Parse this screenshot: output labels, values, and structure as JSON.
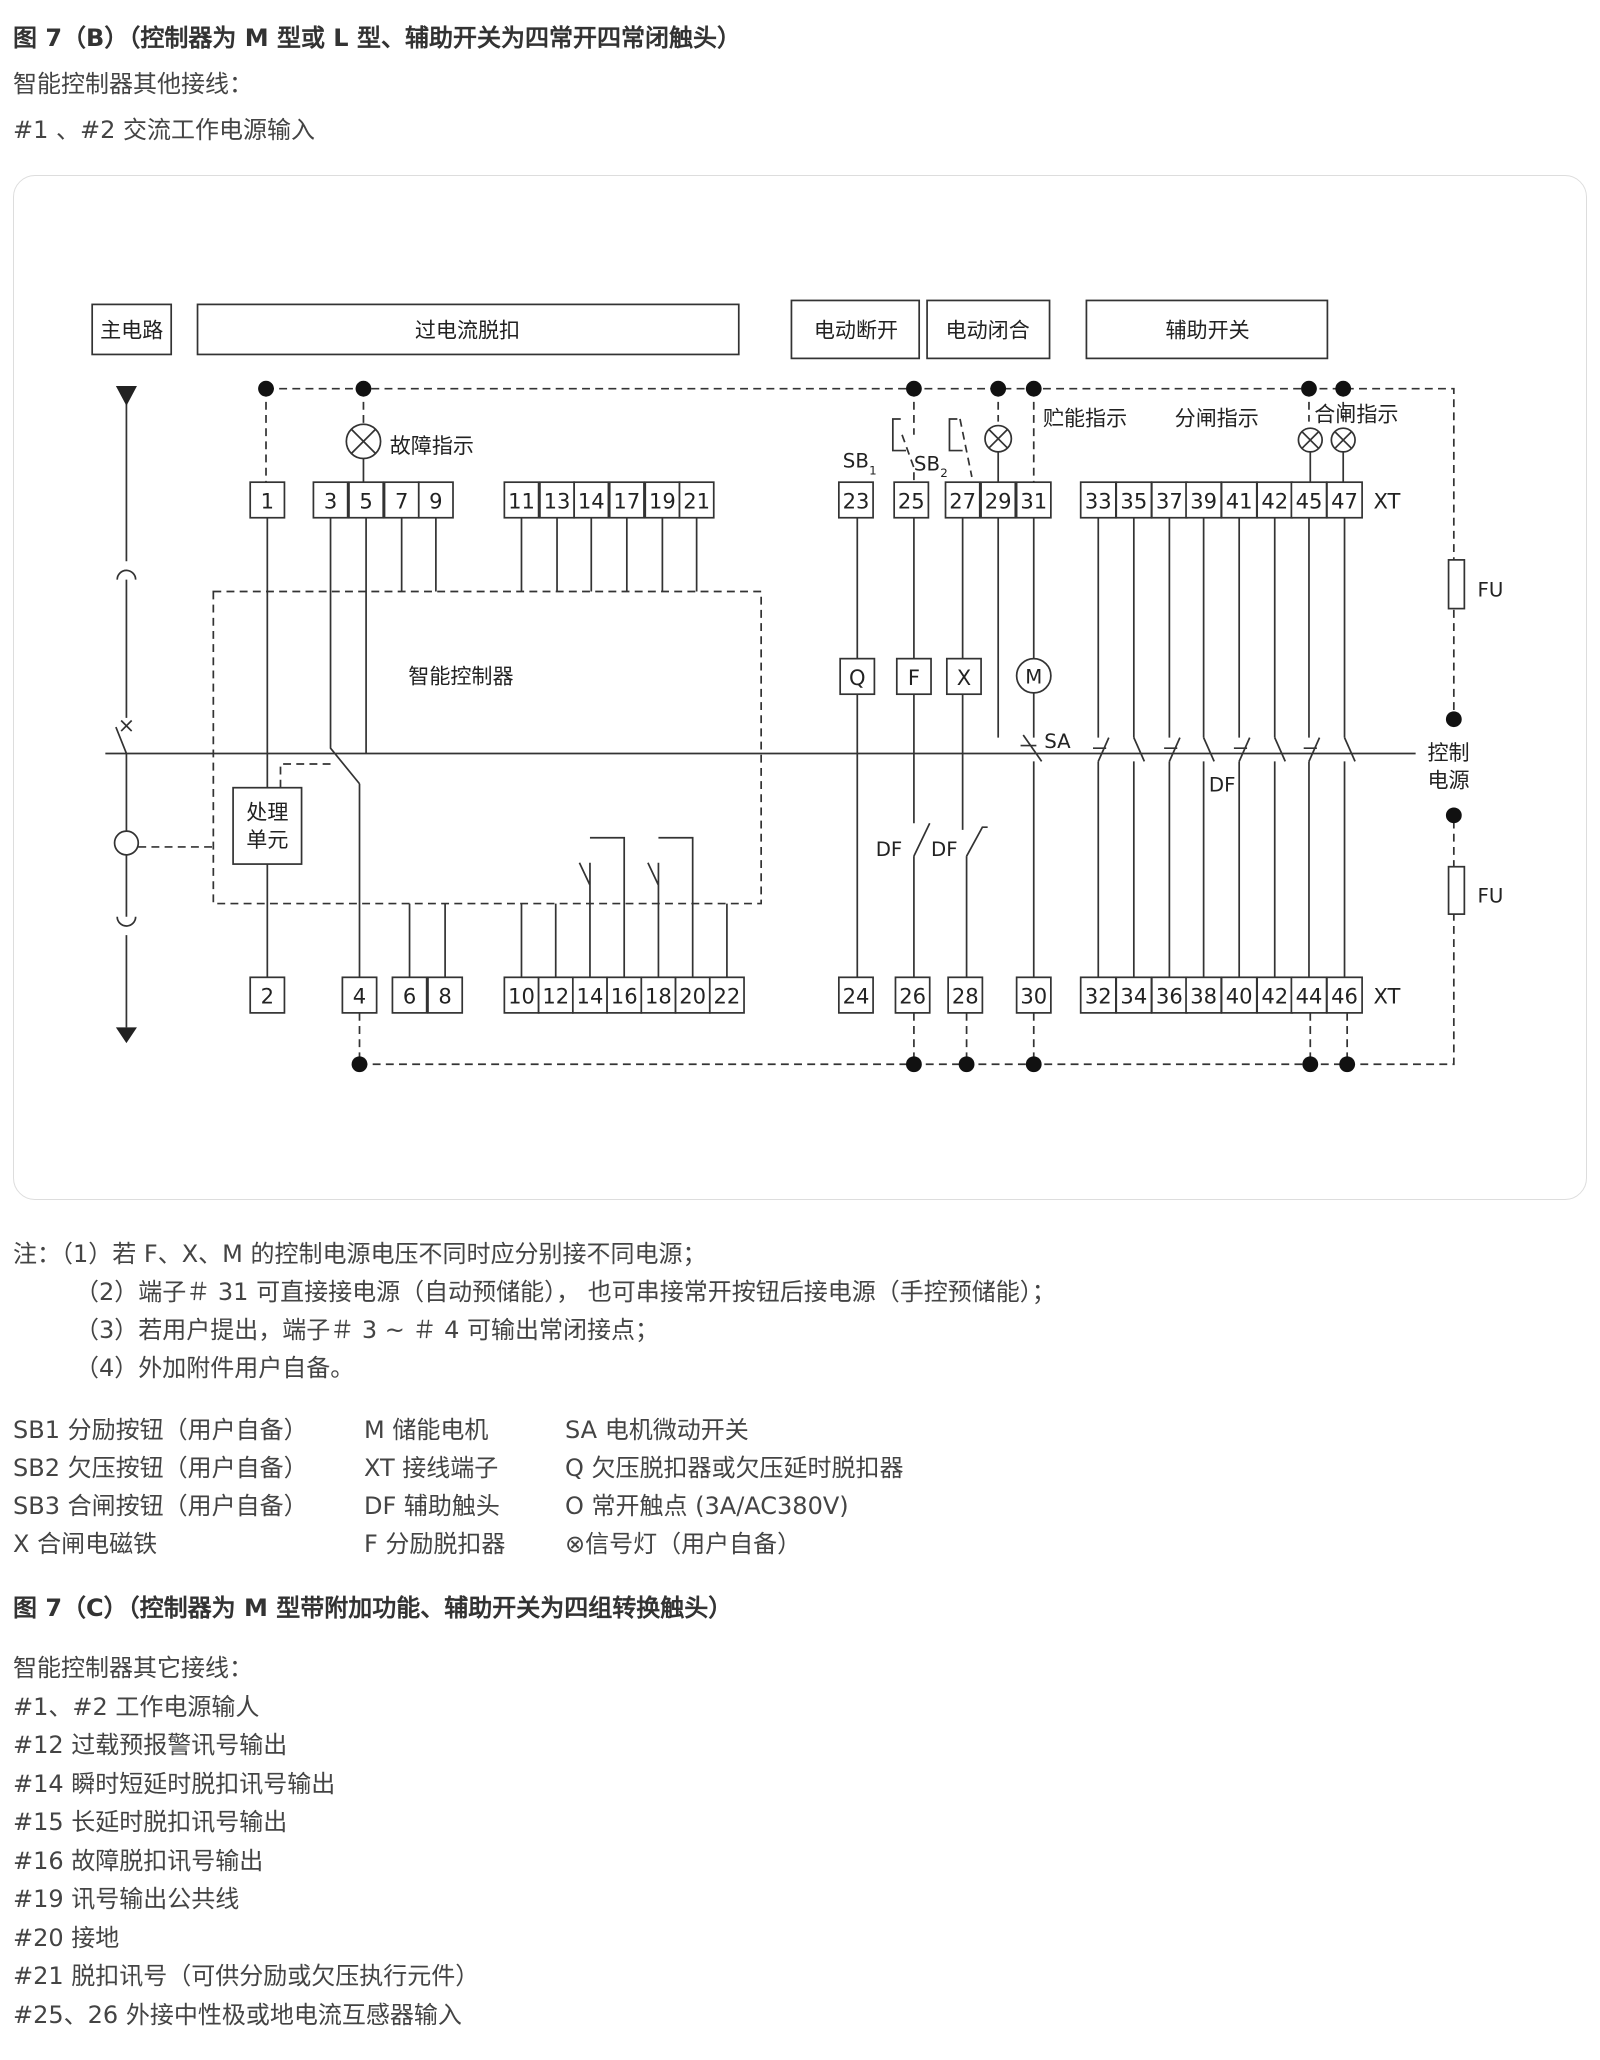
{
  "fig_b": {
    "title": "图 7（B）（控制器为 M 型或 L 型、辅助开关为四常开四常闭触头）",
    "sub": "智能控制器其他接线：",
    "line1": "#1 、#2 交流工作电源输入"
  },
  "diagram": {
    "headers": {
      "main": "主电路",
      "over": "过电流脱扣",
      "open": "电动断开",
      "close": "电动闭合",
      "aux": "辅助开关"
    },
    "labels": {
      "fault": "故障指示",
      "store": "贮能指示",
      "off": "分闸指示",
      "on": "合闸指示",
      "sb1": "SB",
      "sb2": "SB",
      "sub1": "1",
      "sub2": "2",
      "xt1": "XT",
      "xt2": "XT",
      "fu1": "FU",
      "fu2": "FU",
      "ctrl1": "控制",
      "ctrl2": "电源",
      "controller": "智能控制器",
      "proc1": "处理",
      "proc2": "单元",
      "q": "Q",
      "f": "F",
      "x": "X",
      "m": "M",
      "sa": "SA",
      "df1": "DF",
      "df2": "DF",
      "df3": "DF"
    },
    "top_terminals": [
      "1",
      "3",
      "5",
      "7",
      "9",
      "11",
      "13",
      "14",
      "17",
      "19",
      "21",
      "23",
      "25",
      "27",
      "29",
      "31",
      "33",
      "35",
      "37",
      "39",
      "41",
      "42",
      "45",
      "47"
    ],
    "bottom_terminals": [
      "2",
      "4",
      "6",
      "8",
      "10",
      "12",
      "14",
      "16",
      "18",
      "20",
      "22",
      "24",
      "26",
      "28",
      "30",
      "32",
      "34",
      "36",
      "38",
      "40",
      "42",
      "44",
      "46"
    ]
  },
  "notes": [
    "注：（1）若 F、X、M 的控制电源电压不同时应分别接不同电源；",
    "（2）端子＃ 31 可直接接电源（自动预储能），  也可串接常开按钮后接电源（手控预储能）；",
    "（3）若用户提出，端子＃ 3 ~ ＃ 4 可输出常闭接点；",
    "（4）外加附件用户自备。"
  ],
  "legend": [
    [
      "SB1 分励按钮（用户自备）",
      "M 储能电机",
      "SA 电机微动开关"
    ],
    [
      "SB2 欠压按钮（用户自备）",
      "XT 接线端子",
      "Q 欠压脱扣器或欠压延时脱扣器"
    ],
    [
      "SB3 合闸按钮（用户自备）",
      "DF 辅助触头",
      "O 常开触点 (3A/AC380V)"
    ],
    [
      "X 合闸电磁铁",
      "F 分励脱扣器",
      "⊗信号灯（用户自备）"
    ]
  ],
  "fig_c": {
    "title": "图 7（C）（控制器为 M 型带附加功能、辅助开关为四组转换触头）",
    "lines": [
      "智能控制器其它接线：",
      "#1、#2 工作电源输人",
      "#12 过载预报警讯号输出",
      "#14 瞬时短延时脱扣讯号输出",
      "#15 长延时脱扣讯号输出",
      "#16 故障脱扣讯号输出",
      "#19 讯号输出公共线",
      "#20 接地",
      "#21 脱扣讯号（可供分励或欠压执行元件）",
      "#25、26 外接中性极或地电流互感器输入"
    ]
  }
}
